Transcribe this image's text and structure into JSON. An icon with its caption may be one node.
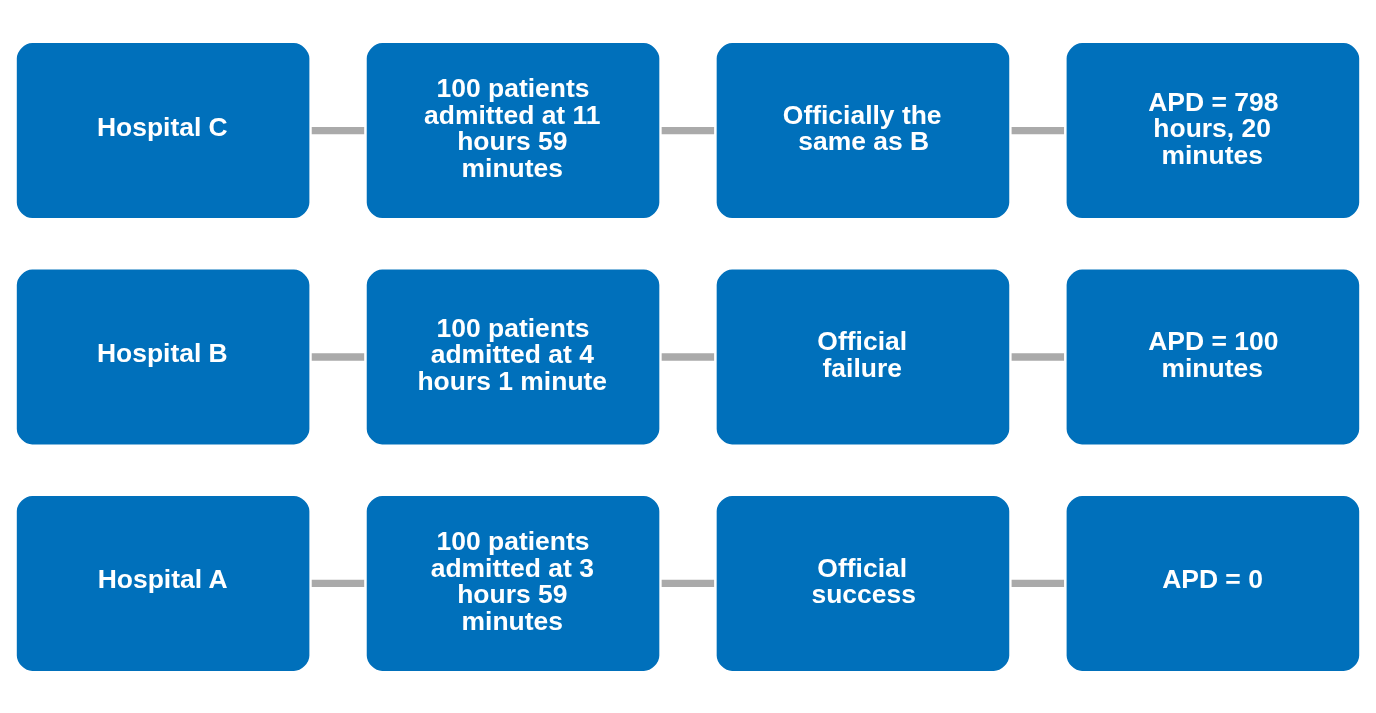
{
  "diagram": {
    "nodes": [
      {
        "text": [
          "Hospital A"
        ]
      },
      {
        "text": [
          "100 patients admitted at 3 hours 59 minutes"
        ]
      },
      {
        "text": [
          "Official success"
        ]
      },
      {
        "text": [
          "APD = 0"
        ]
      },
      {
        "text": [
          "Hospital B"
        ]
      },
      {
        "text": [
          "100 patients admitted at 4 hours 1 minute"
        ]
      },
      {
        "text": [
          "Official failure"
        ]
      },
      {
        "text": [
          "APD = 100 minutes"
        ]
      },
      {
        "text": [
          "Hospital C"
        ]
      },
      {
        "text": [
          "100 patients admitted at 11 hours 59 minutes"
        ]
      },
      {
        "text": [
          "Officially the same as B"
        ]
      },
      {
        "text": [
          "APD = 798 hours, 20 minutes"
        ]
      }
    ],
    "edges": [
      {
        "from": 0,
        "to": 1,
        "arrow": "none"
      },
      {
        "from": 1,
        "to": 2,
        "arrow": "none"
      },
      {
        "from": 2,
        "to": 3,
        "arrow": "none"
      },
      {
        "from": 4,
        "to": 5,
        "arrow": "none"
      },
      {
        "from": 5,
        "to": 6,
        "arrow": "none"
      },
      {
        "from": 6,
        "to": 7,
        "arrow": "none"
      },
      {
        "from": 8,
        "to": 9,
        "arrow": "none"
      },
      {
        "from": 9,
        "to": 10,
        "arrow": "none"
      },
      {
        "from": 10,
        "to": 11,
        "arrow": "none"
      }
    ]
  }
}
